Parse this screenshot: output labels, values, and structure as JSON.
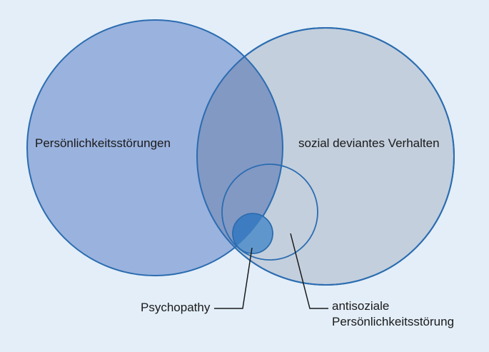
{
  "diagram": {
    "sets": [
      {
        "id": "a",
        "label": "Persönlichkeitsstörungen",
        "fill": "#9ab2de",
        "stroke": "#2b6cb0"
      },
      {
        "id": "b",
        "label": "sozial deviantes Verhalten",
        "fill": "#c3cfdd",
        "stroke": "#2b6cb0"
      }
    ],
    "overlap_fill": "#8299c4",
    "subsets": [
      {
        "id": "antisocial",
        "label_line1": "antisoziale",
        "label_line2": "Persönlichkeitsstörung",
        "stroke": "#2b6cb0"
      },
      {
        "id": "psychopathy",
        "label": "Psychopathy",
        "fill": "#3d7cc0",
        "stroke": "#2b6cb0"
      }
    ],
    "background": "#e3eef8",
    "leader_color": "#1a1a1a"
  }
}
